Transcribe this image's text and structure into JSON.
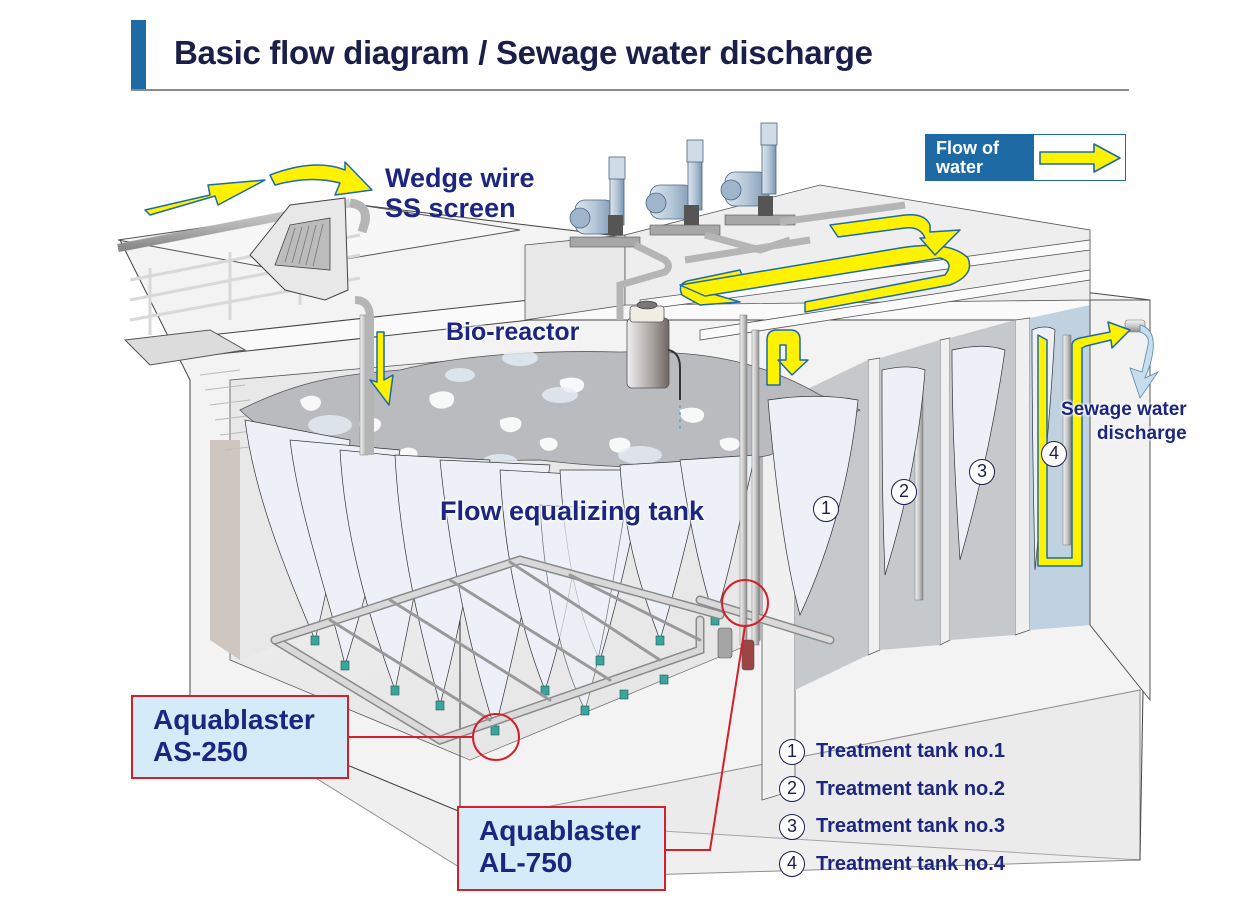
{
  "title": "Basic flow diagram / Sewage water discharge",
  "colors": {
    "accent_blue": "#1d6aa5",
    "text_navy": "#1c2580",
    "flow_arrow_yellow": "#fff200",
    "callout_red": "#d4202a",
    "callout_fill": "#d6ebfa"
  },
  "legend": {
    "flow_label": "Flow of water",
    "flow_label_line1": "Flow of",
    "flow_label_line2": "water",
    "flow_icon": "yellow-arrow-icon"
  },
  "labels": {
    "wedge_line1": "Wedge wire",
    "wedge_line2": "SS screen",
    "bio_reactor": "Bio-reactor",
    "flow_tank": "Flow equalizing tank",
    "sewage_line1": "Sewage water",
    "sewage_line2": "discharge"
  },
  "tank_markers": [
    "1",
    "2",
    "3",
    "4"
  ],
  "callouts": [
    {
      "line1": "Aquablaster",
      "line2": "AS-250"
    },
    {
      "line1": "Aquablaster",
      "line2": "AL-750"
    }
  ],
  "tanks": [
    {
      "num": "1",
      "label": "Treatment tank no.1"
    },
    {
      "num": "2",
      "label": "Treatment tank no.2"
    },
    {
      "num": "3",
      "label": "Treatment tank no.3"
    },
    {
      "num": "4",
      "label": "Treatment tank no.4"
    }
  ]
}
